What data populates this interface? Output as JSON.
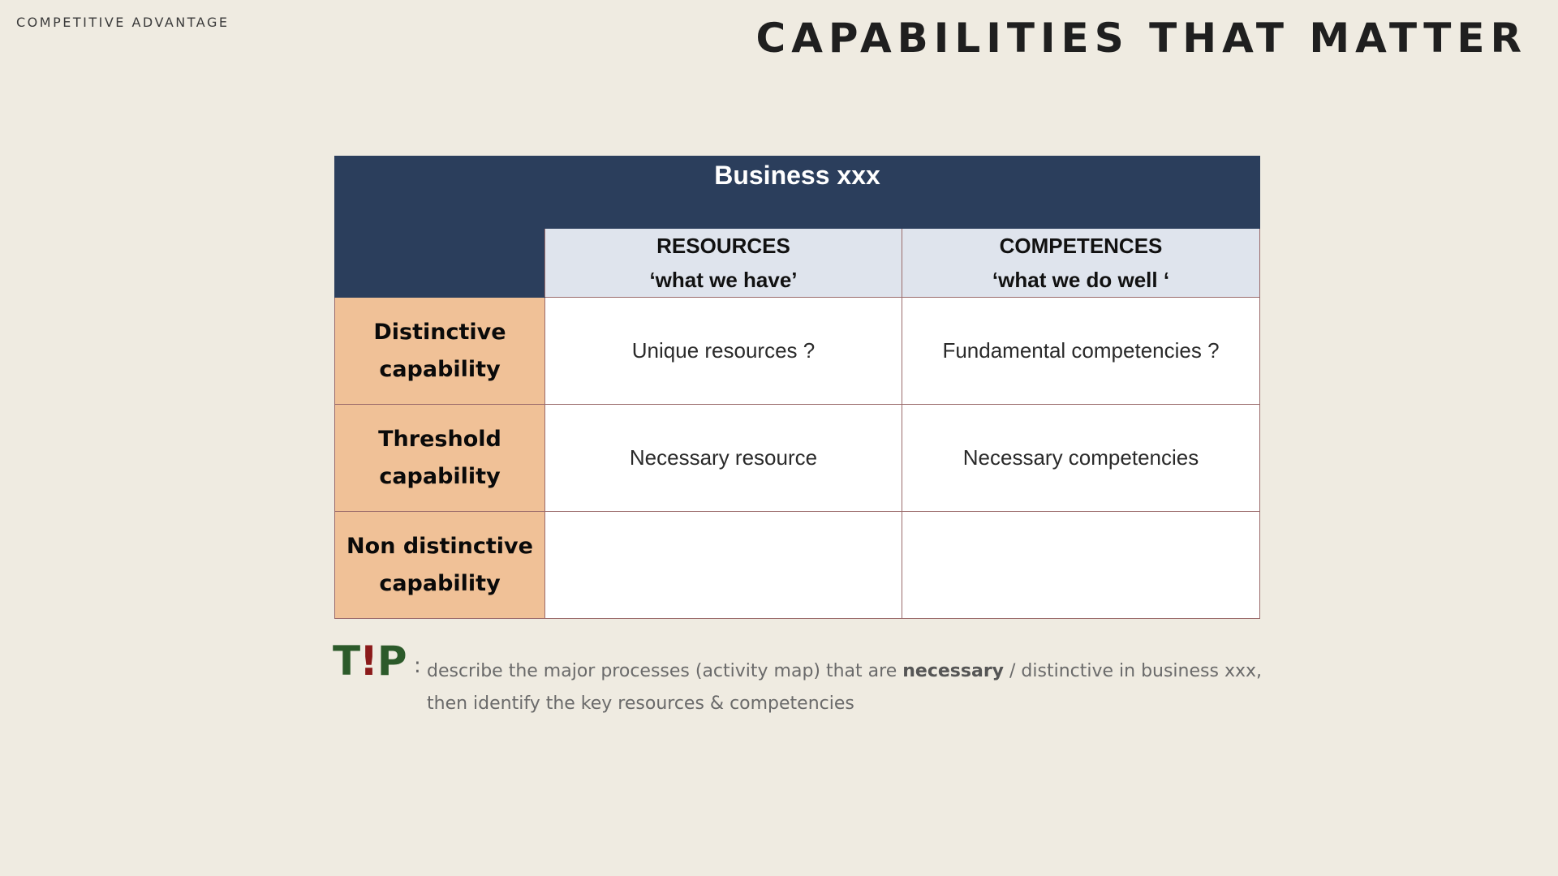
{
  "header": {
    "section_label": "COMPETITIVE ADVANTAGE",
    "title": "CAPABILITIES THAT MATTER"
  },
  "matrix": {
    "title": "Business xxx",
    "columns": [
      {
        "heading": "RESOURCES",
        "subheading": "‘what we have’"
      },
      {
        "heading": "COMPETENCES",
        "subheading": "‘what we do well ‘"
      }
    ],
    "rows": [
      {
        "label_line1": "Distinctive",
        "label_line2": "capability",
        "cells": [
          "Unique resources ?",
          "Fundamental competencies ?"
        ]
      },
      {
        "label_line1": "Threshold",
        "label_line2": "capability",
        "cells": [
          "Necessary resource",
          "Necessary competencies"
        ]
      },
      {
        "label_line1": "Non distinctive",
        "label_line2": "capability",
        "cells": [
          "",
          ""
        ]
      }
    ]
  },
  "tip": {
    "logo_t": "T",
    "logo_bang": "!",
    "logo_p": "P",
    "colon": ":",
    "line1_before": "describe the major processes (activity map) that are ",
    "line1_bold": "necessary",
    "line1_after": " / distinctive in business xxx,",
    "line2": "then identify the key resources & competencies"
  },
  "colors": {
    "background": "#efebe1",
    "header_navy": "#2b3e5c",
    "column_header": "#dfe4ed",
    "row_header": "#f0c197",
    "tip_green": "#2c5a2a"
  }
}
